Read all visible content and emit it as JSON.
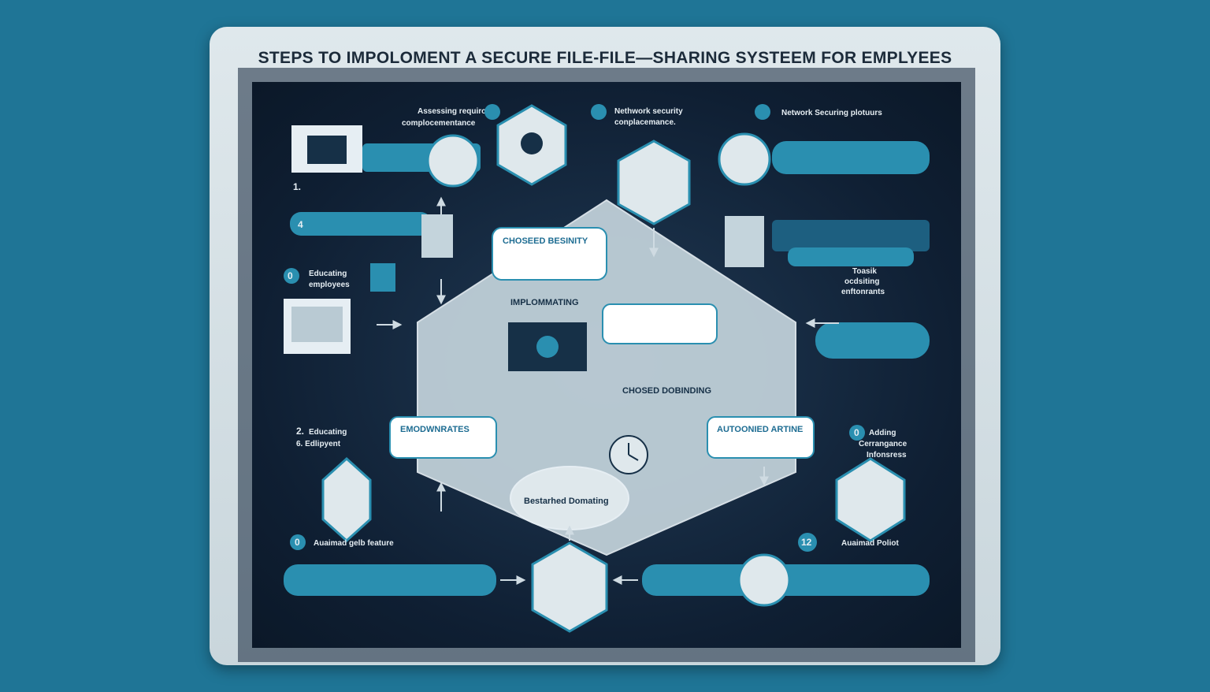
{
  "title": "STEPS TO IMPOLOMENT A SECURE FILE-FILE—SHARING SYSTEEM FOR EMPLYEES",
  "labels": {
    "top_left": "Assessing requironts",
    "top_left_2": "complocementance",
    "top_mid": "Nethwork security",
    "top_mid_2": "conplacemance.",
    "top_right": "Network Securing plotuurs",
    "left_num": "1.",
    "left_4": "4",
    "left_0": "0",
    "educating": "Educating",
    "employees": "employees",
    "num_2": "2.",
    "educating_b": "Educating",
    "emp_b": "6. Edlipyent",
    "num_0b": "0",
    "bottom_left": "Auaimad gelb feature",
    "chosen_security": "CHOSEED BESINITY",
    "implementing": "IMPLOMMATING",
    "chosen_deploy": "CHOSED DOBINDING",
    "employment": "EMODWNRATES",
    "automated": "AUTOONIED ARTINE",
    "backup": "Bestarhed Domating",
    "target": "Toasik",
    "target_2": "ocdsiting",
    "target_3": "enftonrants",
    "num_0c": "0",
    "adding": "Adding",
    "adding_2": "Cerrangance",
    "adding_3": "Infonsress",
    "num_12": "12",
    "audit_policy": "Auaimad Poliot"
  },
  "colors": {
    "teal": "#2a8fb0",
    "navy": "#0f1f33",
    "light": "#dfe8ec"
  }
}
